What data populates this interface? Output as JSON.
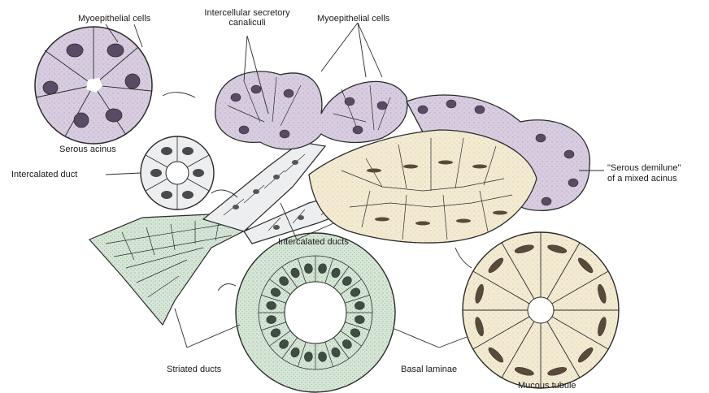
{
  "labels": {
    "myoepithelial_left": "Myoepithelial cells",
    "intercellular_canaliculi": "Intercellular secretory canaliculi",
    "myoepithelial_right": "Myoepithelial cells",
    "serous_acinus": "Serous acinus",
    "intercalated_duct": "Intercalated duct",
    "serous_demilune_line1": "\"Serous demilune\"",
    "serous_demilune_line2": "of a mixed acinus",
    "intercalated_ducts": "Intercalated ducts",
    "striated_ducts": "Striated ducts",
    "basal_laminae": "Basal laminae",
    "mucous_tubule": "Mucous tubule"
  },
  "colors": {
    "serous": "#d8cde0",
    "serous_nucleus": "#5a4a66",
    "mucous": "#f3ead2",
    "striated": "#d6e6d6",
    "duct": "#eceef0",
    "line": "#2a2a2a"
  }
}
